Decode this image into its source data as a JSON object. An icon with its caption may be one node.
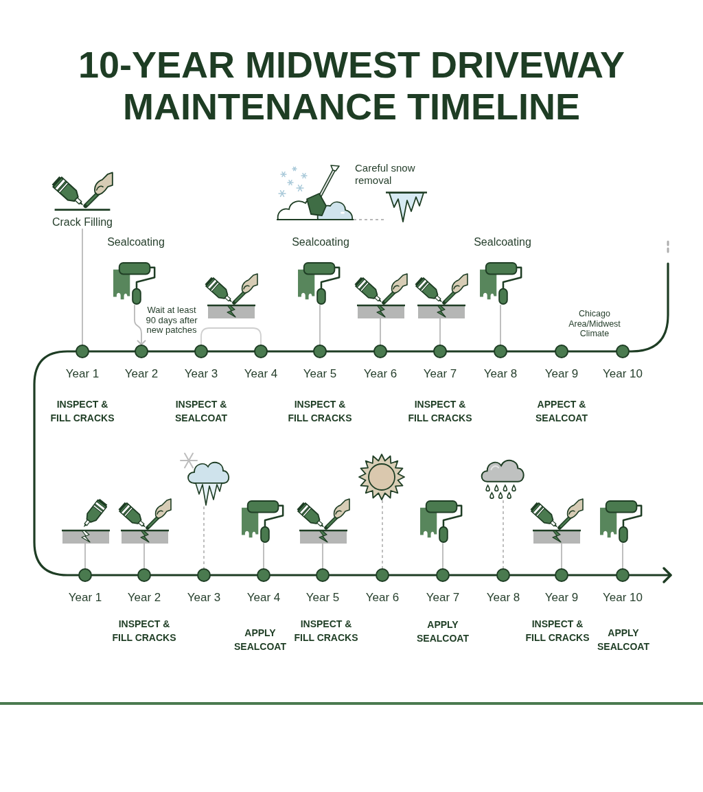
{
  "diagram": {
    "title": "10-YEAR MIDWEST DRIVEWAY MAINTENANCE TIMELINE",
    "nodes": [
      {
        "text": [
          "Crack Filling"
        ]
      },
      {
        "text": [
          "Sealcoating"
        ]
      },
      {
        "text": [],
        "shape": "picture"
      },
      {
        "text": [],
        "shape": "picture",
        "beside": [
          "Careful snow removal"
        ]
      },
      {
        "text": [],
        "shape": "picture"
      },
      {
        "text": [
          "Sealcoating"
        ]
      },
      {
        "text": [],
        "shape": "picture"
      },
      {
        "text": [],
        "shape": "picture"
      },
      {
        "text": [
          "Sealcoating"
        ]
      },
      {
        "text": [],
        "shape": "circle",
        "beside": [
          "Year 1",
          "INSPECT & FILL CRACKS"
        ]
      },
      {
        "text": [],
        "shape": "circle",
        "beside": [
          "Year 2"
        ]
      },
      {
        "text": [],
        "shape": "circle",
        "beside": [
          "Year 3",
          "INSPECT & SEALCOAT"
        ]
      },
      {
        "text": [],
        "shape": "circle",
        "beside": [
          "Year 4"
        ]
      },
      {
        "text": [],
        "shape": "circle",
        "beside": [
          "Year 5",
          "INSPECT & FILL CRACKS"
        ]
      },
      {
        "text": [],
        "shape": "circle",
        "beside": [
          "Year 6"
        ]
      },
      {
        "text": [],
        "shape": "circle",
        "beside": [
          "Year 7",
          "INSPECT & FILL CRACKS"
        ]
      },
      {
        "text": [],
        "shape": "circle",
        "beside": [
          "Year 8"
        ]
      },
      {
        "text": [],
        "shape": "circle",
        "beside": [
          "Year 9",
          "APPECT & SEALCOAT"
        ]
      },
      {
        "text": [],
        "shape": "circle",
        "beside": [
          "Year 10"
        ]
      },
      {
        "text": [],
        "shape": "picture"
      },
      {
        "text": [],
        "shape": "picture"
      },
      {
        "text": [],
        "shape": "picture"
      },
      {
        "text": [],
        "shape": "picture"
      },
      {
        "text": [],
        "shape": "picture"
      },
      {
        "text": [],
        "shape": "picture"
      },
      {
        "text": [],
        "shape": "picture"
      },
      {
        "text": [],
        "shape": "picture"
      },
      {
        "text": [],
        "shape": "picture"
      },
      {
        "text": [],
        "shape": "picture"
      },
      {
        "text": [],
        "shape": "circle",
        "beside": [
          "Year 1"
        ]
      },
      {
        "text": [],
        "shape": "circle",
        "beside": [
          "Year 2",
          "INSPECT & FILL CRACKS"
        ]
      },
      {
        "text": [],
        "shape": "circle",
        "beside": [
          "Year 3"
        ]
      },
      {
        "text": [],
        "shape": "circle",
        "beside": [
          "Year 4",
          "APPLY SEALCOAT"
        ]
      },
      {
        "text": [],
        "shape": "circle",
        "beside": [
          "Year 5",
          "INSPECT & FILL CRACKS"
        ]
      },
      {
        "text": [],
        "shape": "circle",
        "beside": [
          "Year 6"
        ]
      },
      {
        "text": [],
        "shape": "circle",
        "beside": [
          "Year 7",
          "APPLY SEALCOAT"
        ]
      },
      {
        "text": [],
        "shape": "circle",
        "beside": [
          "Year 8"
        ]
      },
      {
        "text": [],
        "shape": "circle",
        "beside": [
          "Year 9",
          "INSPECT & FILL CRACKS"
        ]
      },
      {
        "text": [],
        "shape": "circle",
        "beside": [
          "Year 10",
          "APPLY SEALCOAT"
        ]
      }
    ],
    "edges": [
      {
        "from": 9,
        "to": 10,
        "arrow": "none"
      },
      {
        "from": 10,
        "to": 11,
        "arrow": "none"
      },
      {
        "from": 11,
        "to": 12,
        "arrow": "none"
      },
      {
        "from": 12,
        "to": 13,
        "arrow": "none"
      },
      {
        "from": 13,
        "to": 14,
        "arrow": "none"
      },
      {
        "from": 14,
        "to": 15,
        "arrow": "none"
      },
      {
        "from": 15,
        "to": 16,
        "arrow": "none"
      },
      {
        "from": 16,
        "to": 17,
        "arrow": "none"
      },
      {
        "from": 17,
        "to": 18,
        "arrow": "none"
      },
      {
        "from": 18,
        "to": null,
        "arrow": "none"
      },
      {
        "from": 9,
        "to": 29,
        "arrow": "none"
      },
      {
        "from": 29,
        "to": 30,
        "arrow": "none"
      },
      {
        "from": 30,
        "to": 31,
        "arrow": "none"
      },
      {
        "from": 31,
        "to": 32,
        "arrow": "none"
      },
      {
        "from": 32,
        "to": 33,
        "arrow": "none"
      },
      {
        "from": 33,
        "to": 34,
        "arrow": "none"
      },
      {
        "from": 34,
        "to": 35,
        "arrow": "none"
      },
      {
        "from": 35,
        "to": 36,
        "arrow": "none"
      },
      {
        "from": 36,
        "to": 37,
        "arrow": "none"
      },
      {
        "from": 37,
        "to": 38,
        "arrow": "none"
      },
      {
        "from": 38,
        "to": null,
        "arrow": "to"
      },
      {
        "from": 0,
        "to": 9,
        "arrow": "none",
        "color": "#b8b8b8"
      },
      {
        "from": 1,
        "to": 10,
        "arrow": "to",
        "color": "#b8b8b8"
      },
      {
        "from": 5,
        "to": 13,
        "arrow": "none",
        "color": "#b8b8b8"
      },
      {
        "from": 6,
        "to": 14,
        "arrow": "none",
        "color": "#b8b8b8"
      },
      {
        "from": 7,
        "to": 15,
        "arrow": "none",
        "color": "#b8b8b8"
      },
      {
        "from": 8,
        "to": 16,
        "arrow": "none",
        "color": "#b8b8b8"
      },
      {
        "from": 3,
        "to": 4,
        "arrow": "none",
        "style": "dashed",
        "color": "#b8b8b8"
      },
      {
        "from": 19,
        "to": 29,
        "arrow": "none",
        "color": "#b8b8b8"
      },
      {
        "from": 20,
        "to": 30,
        "arrow": "none",
        "color": "#b8b8b8"
      },
      {
        "from": 21,
        "to": 31,
        "arrow": "none",
        "style": "dashed",
        "color": "#b8b8b8"
      },
      {
        "from": 22,
        "to": 32,
        "arrow": "none",
        "color": "#b8b8b8"
      },
      {
        "from": 23,
        "to": 33,
        "arrow": "none",
        "color": "#b8b8b8"
      },
      {
        "from": 24,
        "to": 34,
        "arrow": "none",
        "style": "dashed",
        "color": "#b8b8b8"
      },
      {
        "from": 25,
        "to": 35,
        "arrow": "none",
        "color": "#b8b8b8"
      },
      {
        "from": 26,
        "to": 36,
        "arrow": "none",
        "style": "dashed",
        "color": "#b8b8b8"
      },
      {
        "from": 27,
        "to": 37,
        "arrow": "none",
        "color": "#b8b8b8"
      },
      {
        "from": 28,
        "to": 38,
        "arrow": "none",
        "color": "#b8b8b8"
      },
      {
        "from": 11,
        "to": 12,
        "arrow": "none",
        "color": "#cfcfcf"
      }
    ],
    "labels": [
      "Wait at least 90 days after new patches",
      "Chicago Area/Midwest Climate"
    ]
  }
}
